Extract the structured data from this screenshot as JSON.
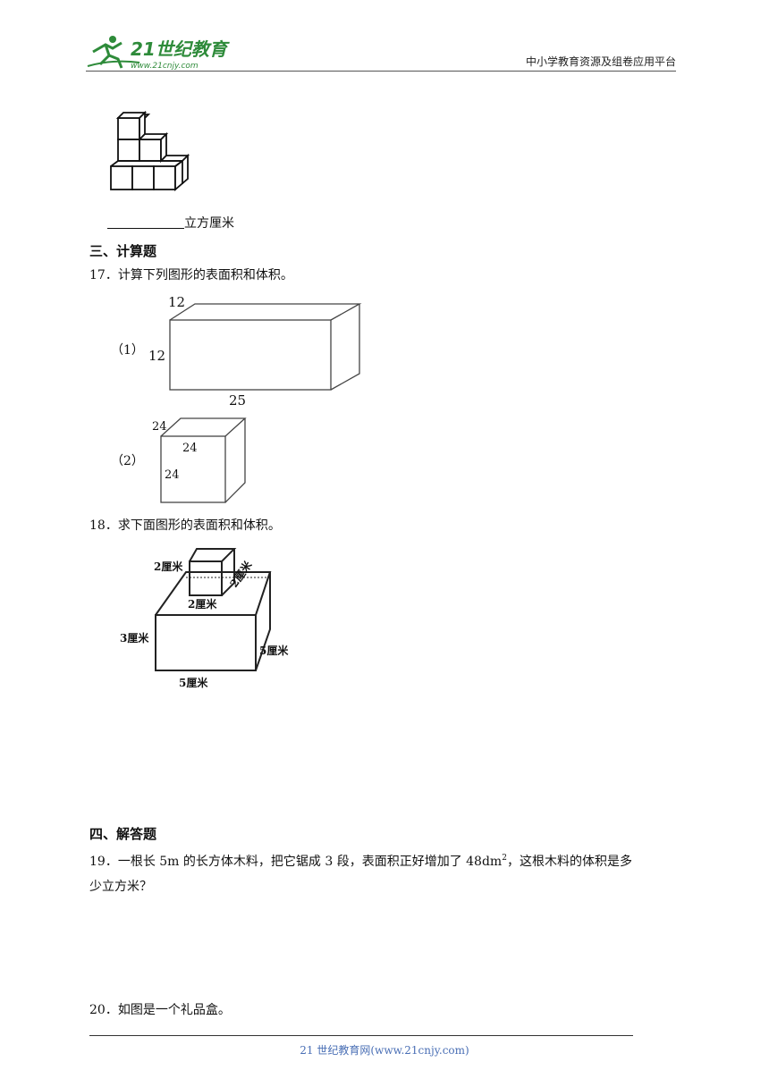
{
  "header": {
    "logo_text": "21世纪教育",
    "logo_url": "www.21cnjy.com",
    "right_text": "中小学教育资源及组卷应用平台"
  },
  "q16_tail": {
    "unit": "立方厘米"
  },
  "sections": {
    "calc": "三、计算题",
    "solve": "四、解答题"
  },
  "q17": {
    "text": "17．计算下列图形的表面积和体积。",
    "part1": {
      "label": "（1）",
      "depth": "12",
      "height": "12",
      "length": "25"
    },
    "part2": {
      "label": "（2）",
      "top": "24",
      "depth": "24",
      "height": "24"
    }
  },
  "q18": {
    "text": "18．求下面图形的表面积和体积。",
    "small_height": "2厘米",
    "small_width": "2厘米",
    "small_depth": "2厘米",
    "big_height": "3厘米",
    "big_depth": "5厘米",
    "big_length": "5厘米"
  },
  "q19": {
    "line1_a": "19．一根长 5m 的长方体木料，把它锯成 3 段，表面积正好增加了 48dm",
    "line1_sup": "2",
    "line1_b": "，这根木料的体积是多",
    "line2": "少立方米？"
  },
  "q20": {
    "text": "20．如图是一个礼品盒。"
  },
  "footer": {
    "text": "21 世纪教育网(www.21cnjy.com)"
  },
  "colors": {
    "logo_green": "#2e8b3a",
    "footer_blue": "#4a6fb5"
  }
}
